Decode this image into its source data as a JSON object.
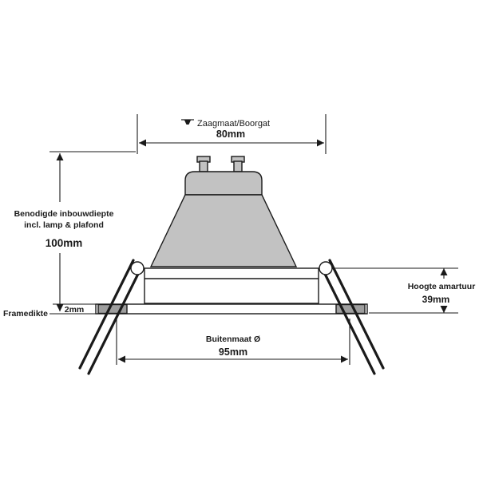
{
  "diagram": {
    "background": "#ffffff",
    "line_color": "#1a1a1a",
    "lamp_fill": "#c2c2c2",
    "tab_fill": "#9e9e9e",
    "dimensions": {
      "cutout": {
        "icon": "recessed-light-icon",
        "label": "Zaagmaat/Boorgat",
        "value": "80mm"
      },
      "depth": {
        "label_line1": "Benodigde inbouwdiepte",
        "label_line2": "incl. lamp & plafond",
        "value": "100mm"
      },
      "fixture_height": {
        "label": "Hoogte amartuur",
        "value": "39mm"
      },
      "frame_thickness": {
        "label": "Framedikte",
        "value": "2mm"
      },
      "outer": {
        "label": "Buitenmaat Ø",
        "value": "95mm"
      }
    }
  }
}
